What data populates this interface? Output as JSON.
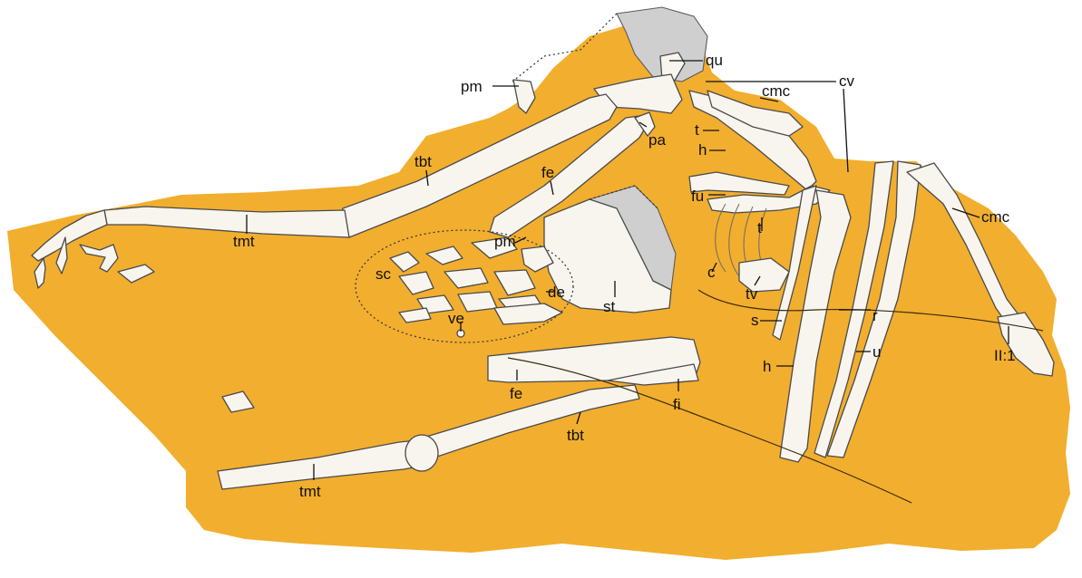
{
  "colors": {
    "matrix": "#f2ae2e",
    "bone_fill": "#f7f5ee",
    "bone_outline": "#4a4a4a",
    "reconstructed_grey": "#cfcfcf",
    "label_text": "#111111",
    "background": "#ffffff"
  },
  "labels": {
    "qu": "qu",
    "pm_skull": "pm",
    "cv": "cv",
    "cmc_upper": "cmc",
    "t_upper": "t",
    "h_upper": "h",
    "pa": "pa",
    "tbt_left": "tbt",
    "fe_upper": "fe",
    "fu": "fu",
    "t_ribs": "t",
    "cmc_right": "cmc",
    "tmt_left": "tmt",
    "pm_circle": "pm",
    "sc": "sc",
    "de": "de",
    "c": "c",
    "tv": "tv",
    "st": "st",
    "ve": "ve",
    "s": "s",
    "r": "r",
    "u": "u",
    "h_lower": "h",
    "II1": "II:1",
    "fe_lower": "fe",
    "fi": "fi",
    "tbt_lower": "tbt",
    "tmt_lower": "tmt"
  }
}
